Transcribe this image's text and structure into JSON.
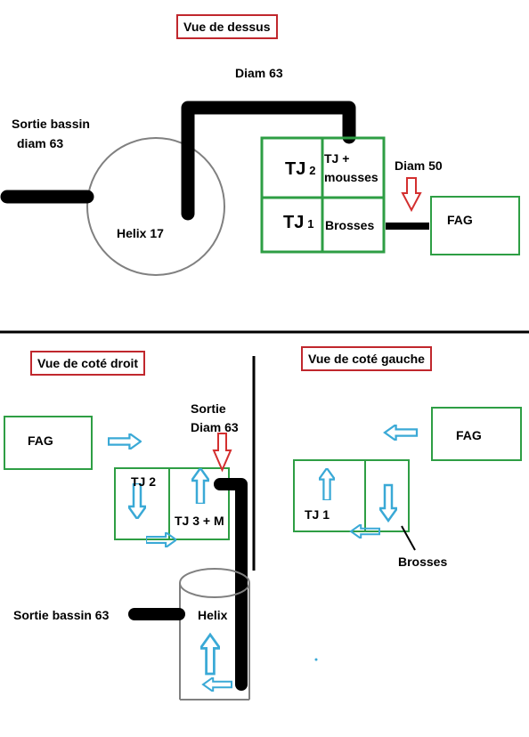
{
  "colors": {
    "pipe": "#000000",
    "box_green": "#2e9e44",
    "title_border": "#c0272d",
    "arrow_blue": "#3aa9d6",
    "arrow_red": "#d32f2f",
    "helix_outline": "#808080"
  },
  "top_view": {
    "title": "Vue de dessus",
    "pipe_label": "Diam 63",
    "outlet_label_line1": "Sortie bassin",
    "outlet_label_line2": "diam 63",
    "helix_label": "Helix 17",
    "tj2_label": "TJ",
    "tj2_sub": "2",
    "tj_mousse_line1": "TJ +",
    "tj_mousse_line2": "mousses",
    "tj1_label": "TJ",
    "tj1_sub": "1",
    "brushes_label": "Brosses",
    "diam50_label": "Diam 50",
    "fag_label": "FAG"
  },
  "right_view": {
    "title": "Vue de coté droit",
    "fag_label": "FAG",
    "outlet_line1": "Sortie",
    "outlet_line2": "Diam 63",
    "tj2_label": "TJ 2",
    "tj3_label": "TJ 3 + M",
    "helix_label": "Helix",
    "basin_outlet_label": "Sortie bassin 63"
  },
  "left_view": {
    "title": "Vue de coté gauche",
    "fag_label": "FAG",
    "tj1_label": "TJ 1",
    "brushes_label": "Brosses"
  }
}
